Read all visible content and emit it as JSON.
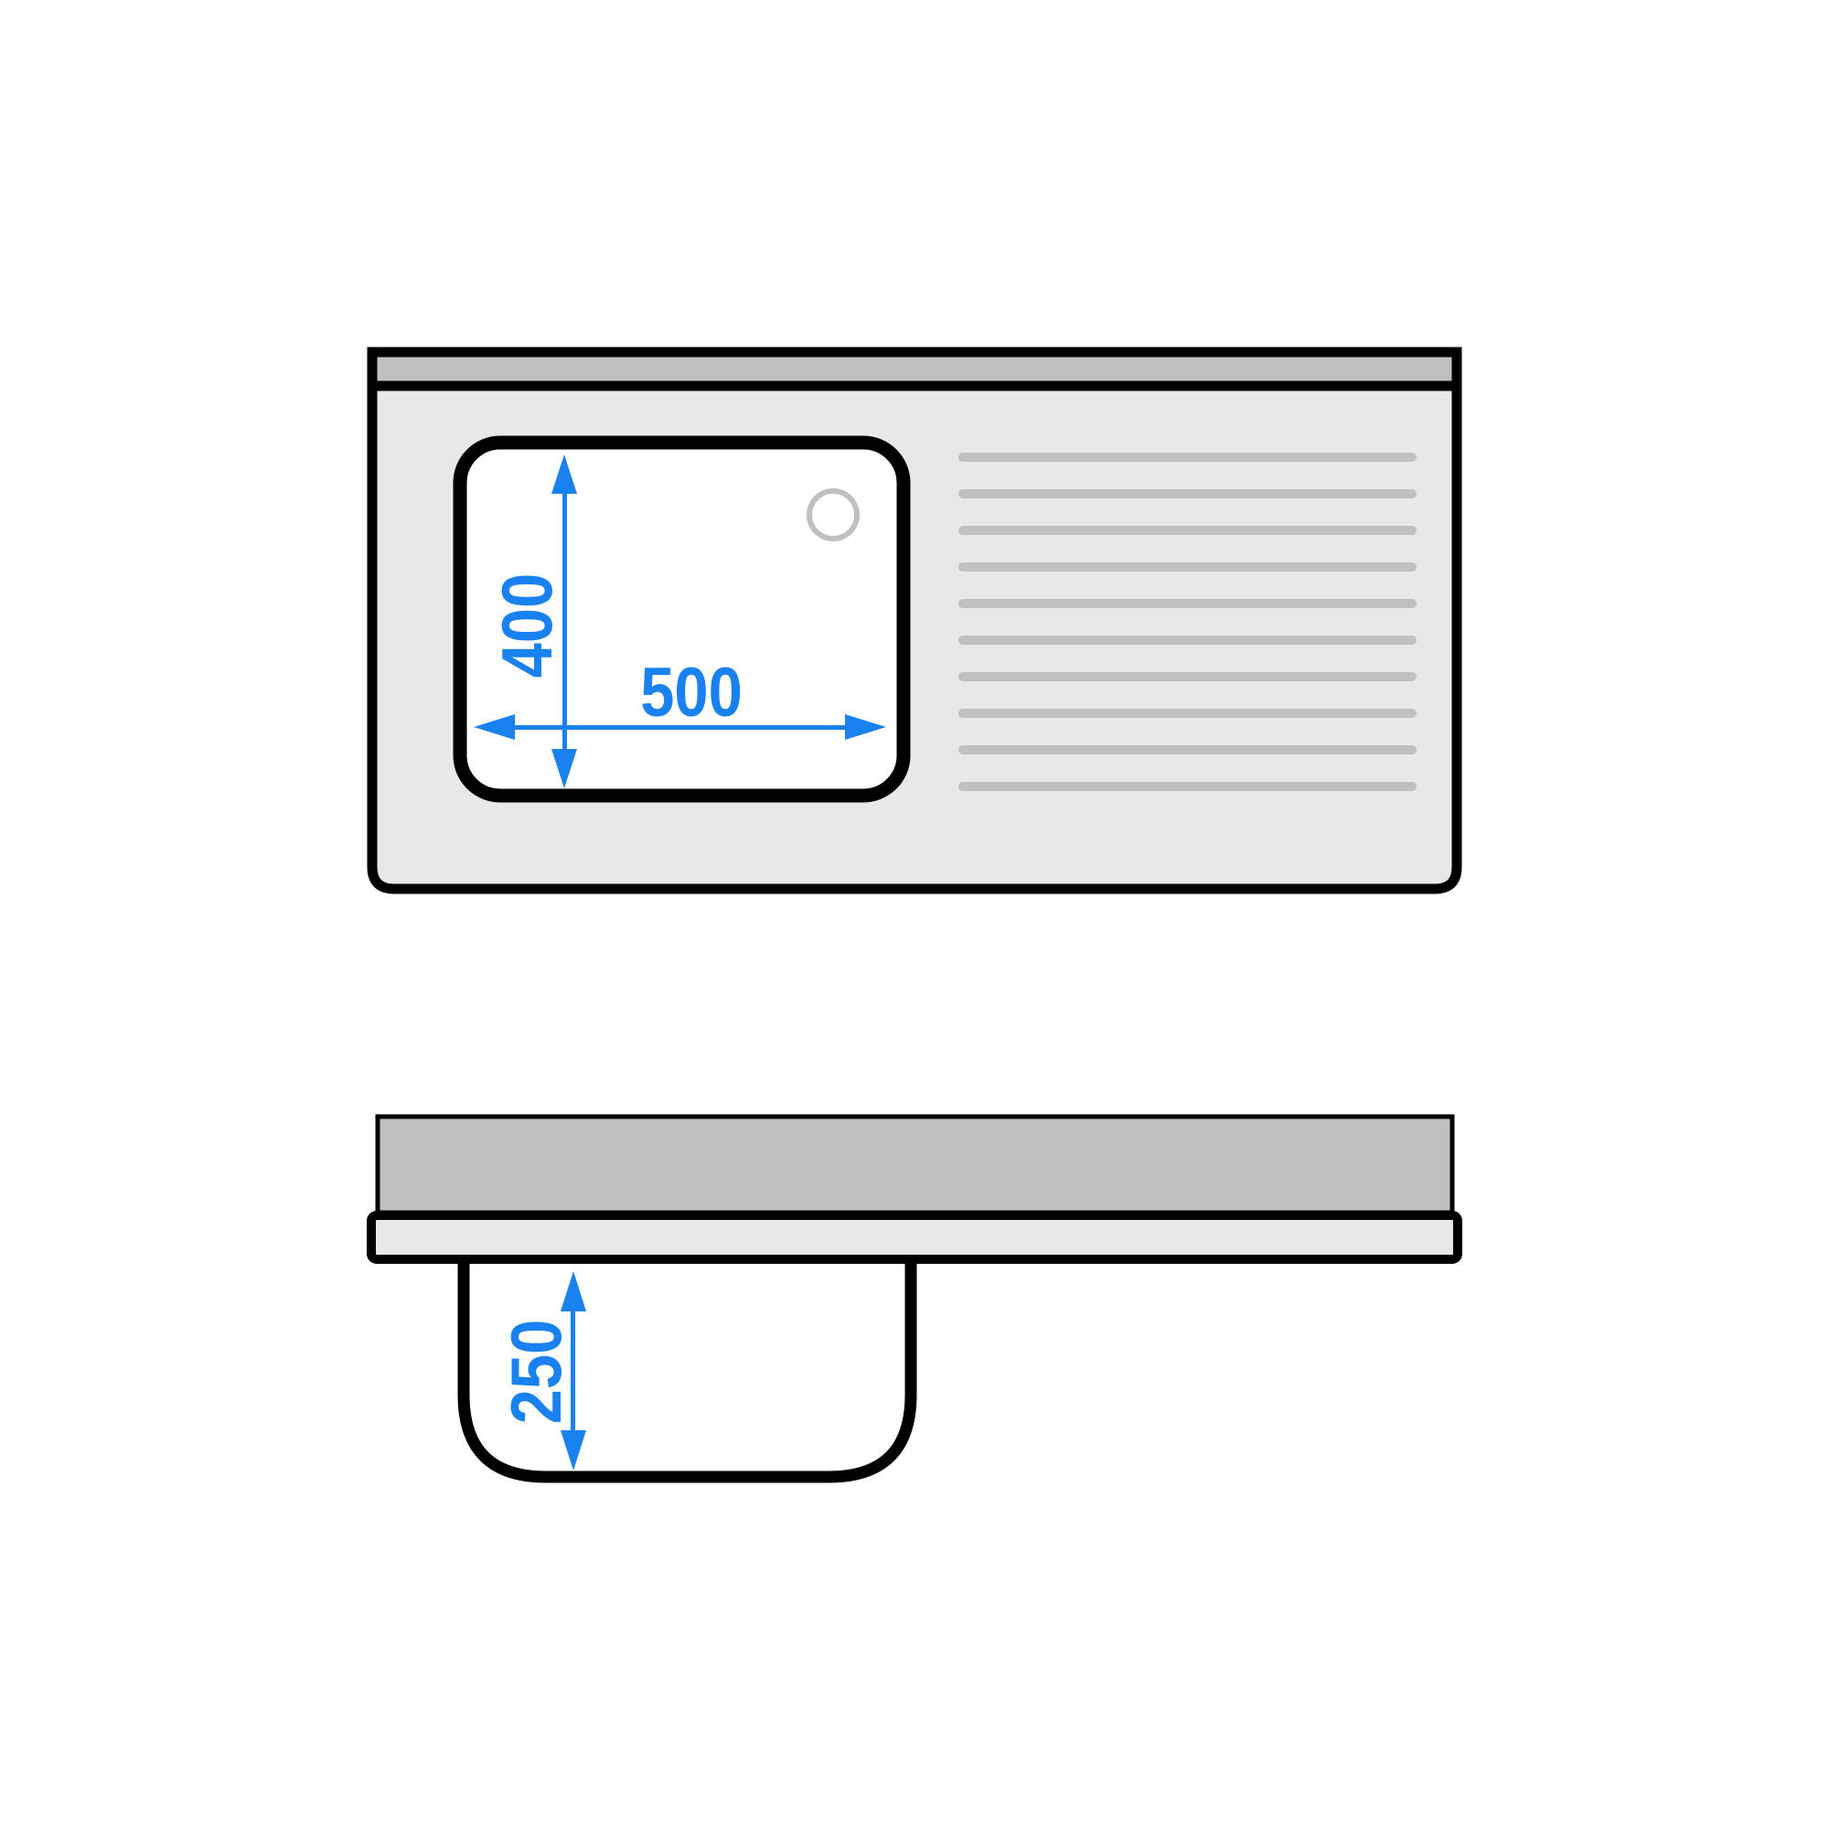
{
  "diagram": {
    "subject": "Single-bowl sink with drainboard",
    "colors": {
      "outline": "#000000",
      "upstand_fill": "#c0c0c0",
      "surface_fill": "#e8e8e8",
      "bowl_fill": "#ffffff",
      "drainboard_groove": "#c0c0c0",
      "drain_hole": "#c0c0c0",
      "dimension": "#1a82f0",
      "background": "#ffffff"
    },
    "top_view": {
      "drainboard_groove_count": 10,
      "bowl_width_label": "500",
      "bowl_depth_label": "400"
    },
    "side_view": {
      "bowl_height_label": "250"
    }
  }
}
